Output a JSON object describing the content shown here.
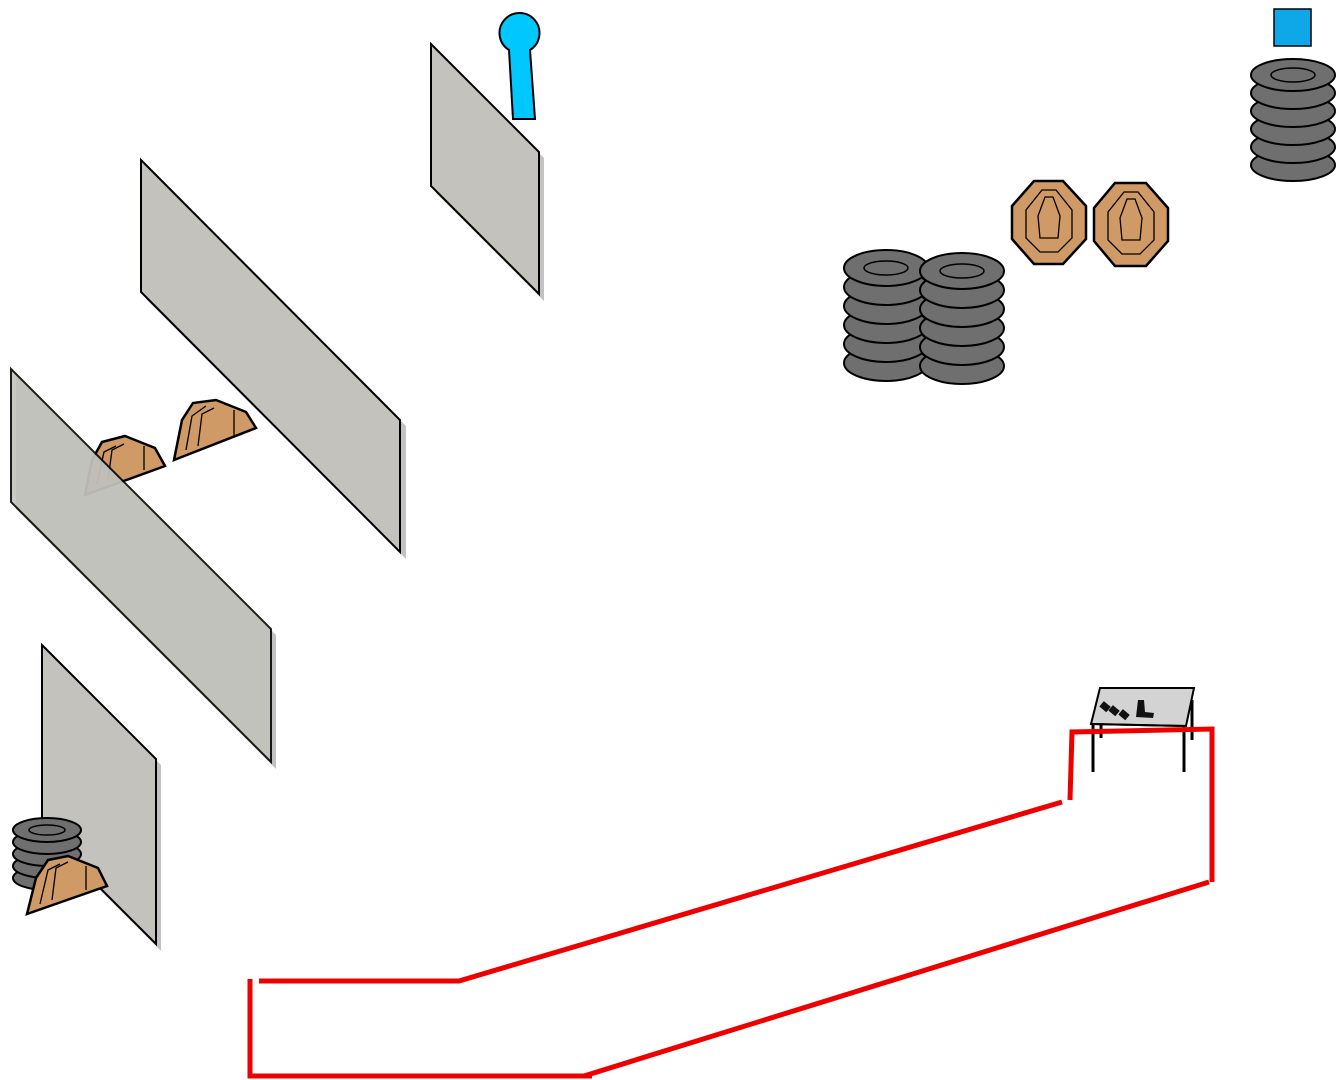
{
  "diagram": {
    "type": "shooting-stage-layout",
    "labels": [],
    "elements": [
      "wall-panel",
      "tire-stack",
      "cardboard-target",
      "popper-steel-target",
      "square-steel-target",
      "loading-table",
      "pistol-icon",
      "magazine-icon",
      "fault-line"
    ],
    "colors": {
      "wall_fill": "#c3c2bd",
      "wall_edge": "#000000",
      "tire_fill": "#6f6f6f",
      "tire_outline": "#3a3a3a",
      "cardboard_fill": "#cf9a66",
      "steel_fill": "#00c8ff",
      "square_steel_fill": "#0ea7e8",
      "table_top": "#d3d3d3",
      "fault_line": "#ee0000"
    }
  }
}
